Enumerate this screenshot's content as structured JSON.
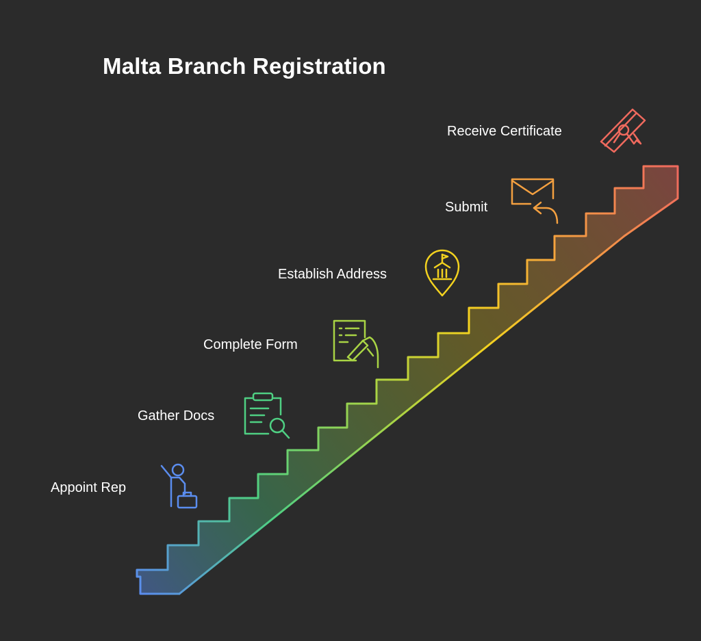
{
  "title": "Malta Branch Registration",
  "steps": [
    {
      "label": "Appoint Rep",
      "icon": "person-briefcase-icon",
      "color": "#5b8def"
    },
    {
      "label": "Gather Docs",
      "icon": "clipboard-search-icon",
      "color": "#4fd083"
    },
    {
      "label": "Complete Form",
      "icon": "form-signing-icon",
      "color": "#a9d445"
    },
    {
      "label": "Establish Address",
      "icon": "building-location-pin-icon",
      "color": "#f3d21f"
    },
    {
      "label": "Submit",
      "icon": "envelope-reply-icon",
      "color": "#f4a040"
    },
    {
      "label": "Receive Certificate",
      "icon": "diploma-scroll-icon",
      "color": "#f06a5e"
    }
  ],
  "colors": {
    "background": "#2b2b2b",
    "text": "#ffffff"
  }
}
